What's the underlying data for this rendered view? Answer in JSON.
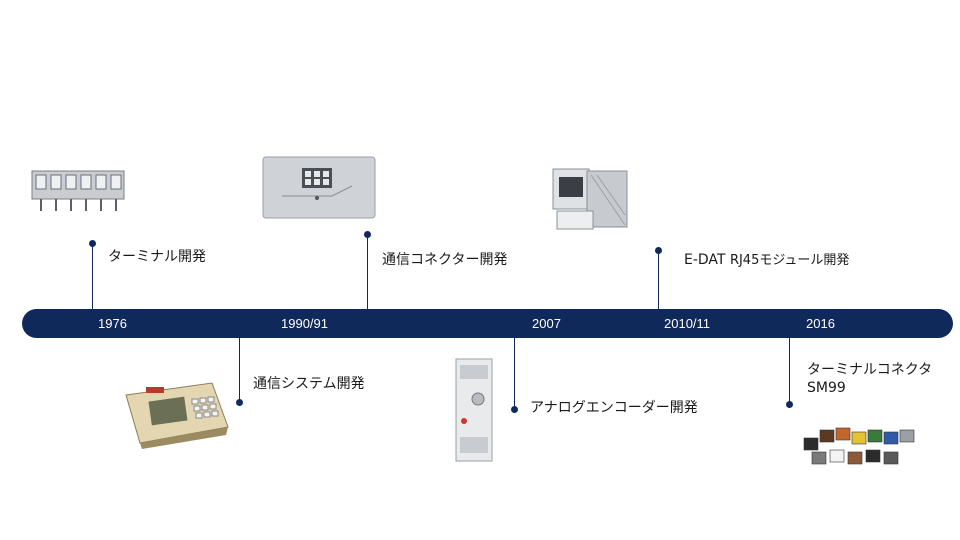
{
  "timeline": {
    "years": [
      "1976",
      "1990/91",
      "2007",
      "2010/11",
      "2016"
    ],
    "milestones": [
      {
        "id": "terminal",
        "label": "ターミナル開発",
        "year": "1976"
      },
      {
        "id": "comm-connector",
        "label": "通信コネクター開発",
        "year": "1990/91"
      },
      {
        "id": "comm-system",
        "label": "通信システム開発",
        "year": "1990/91"
      },
      {
        "id": "analog-encoder",
        "label": "アナログエンコーダー開発",
        "year": "2007"
      },
      {
        "id": "edat",
        "label_main": "E-DAT",
        "label_rest": "RJ45モジュール開発",
        "year": "2010/11"
      },
      {
        "id": "terminal-connector",
        "label_line1": "ターミナルコネクタ",
        "label_line2": "SM99",
        "year": "2016"
      }
    ]
  },
  "colors": {
    "bar": "#0f2a5a",
    "year_text": "#ffffff",
    "label_text": "#1a1a1a"
  }
}
